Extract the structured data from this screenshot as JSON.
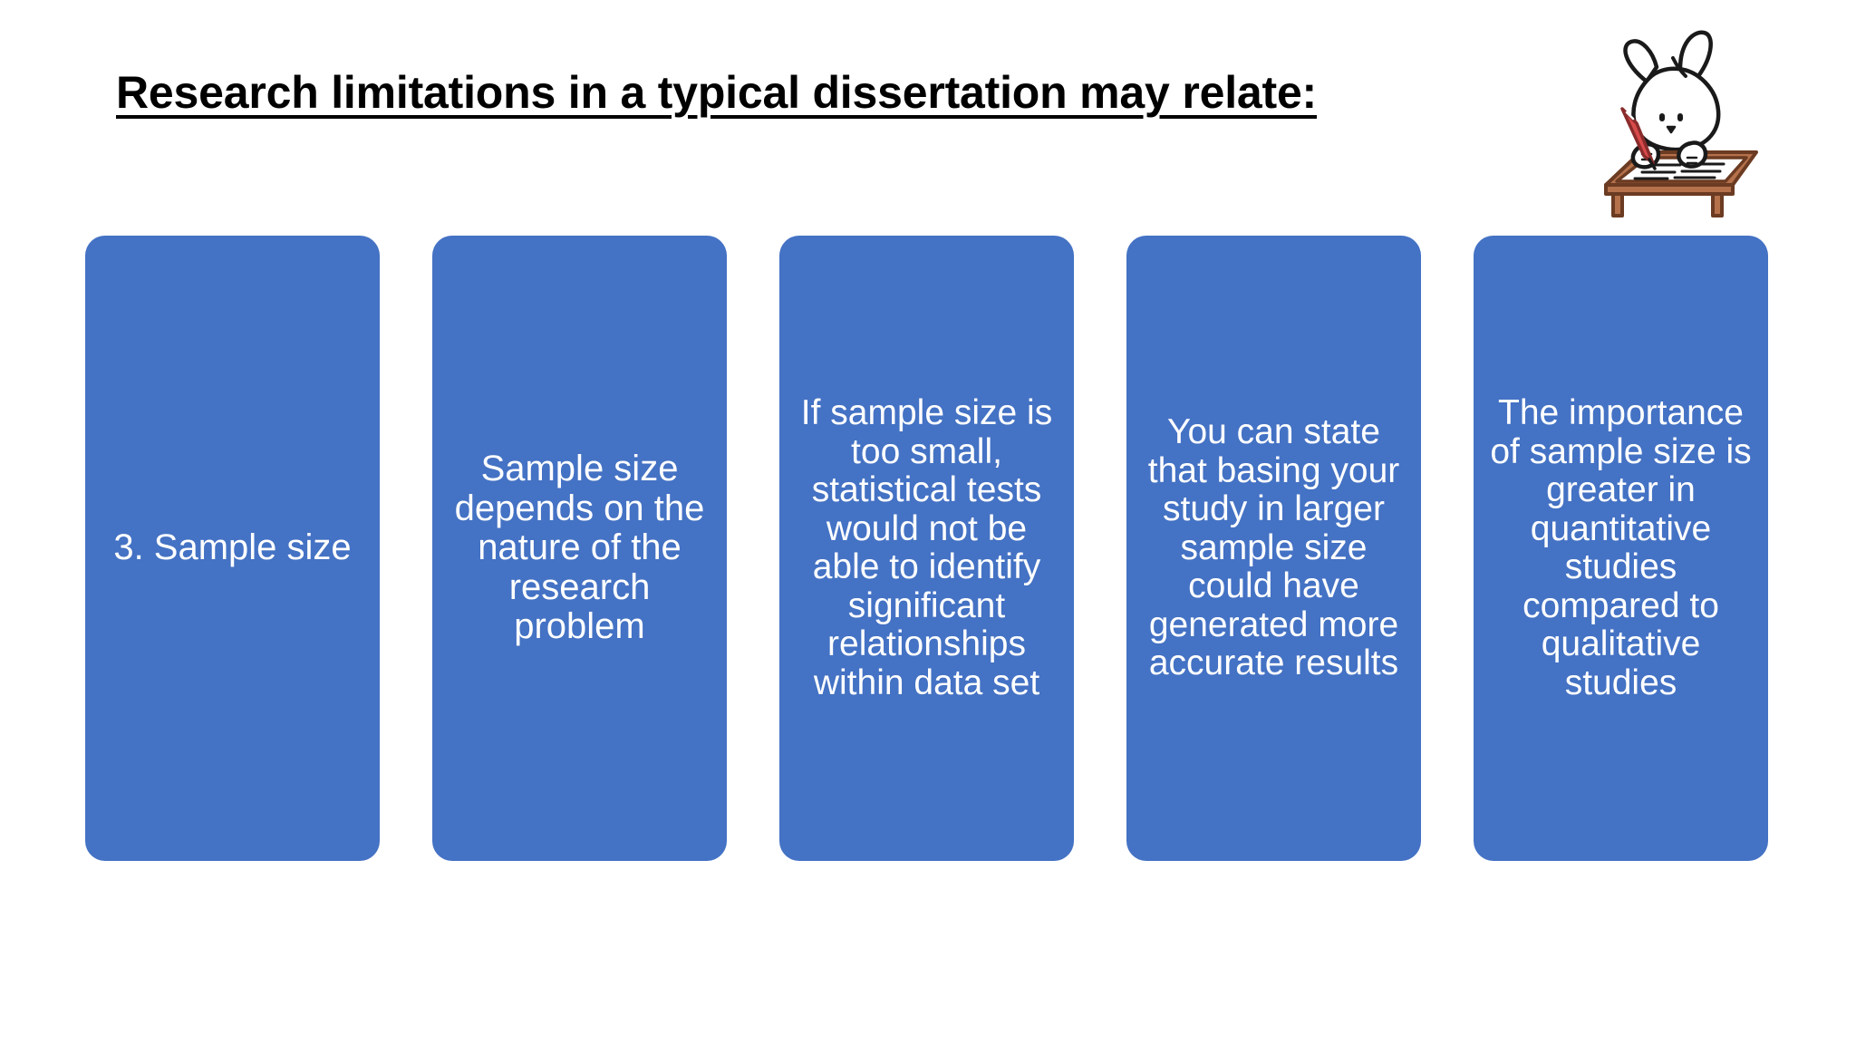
{
  "slide": {
    "background_color": "#FFFFFF",
    "title": "Research limitations in a typical dissertation may relate:",
    "title_color": "#000000",
    "accent_color": "#4472C4",
    "box_text_color": "#FFFFFF"
  },
  "illustration": {
    "name": "rabbit-writing-at-desk",
    "description": "White rabbit holding a red pencil writing on a sheet of paper on a brown wooden desk",
    "colors": {
      "body": "#FFFFFF",
      "outline": "#1A1A1A",
      "desk": "#B5714B",
      "desk_shadow": "#8A4F33",
      "pencil": "#D94A4A"
    }
  },
  "boxes": [
    {
      "id": "box-1",
      "text": "3. Sample size"
    },
    {
      "id": "box-2",
      "text": "Sample size depends on the nature of the research problem"
    },
    {
      "id": "box-3",
      "text": "If sample size is too small, statistical tests would not be able to identify significant relationships within data set"
    },
    {
      "id": "box-4",
      "text": "You can state that basing your study in larger sample size could have generated more accurate results"
    },
    {
      "id": "box-5",
      "text": "The importance of sample size is greater in quantitative studies compared to qualitative studies"
    }
  ]
}
